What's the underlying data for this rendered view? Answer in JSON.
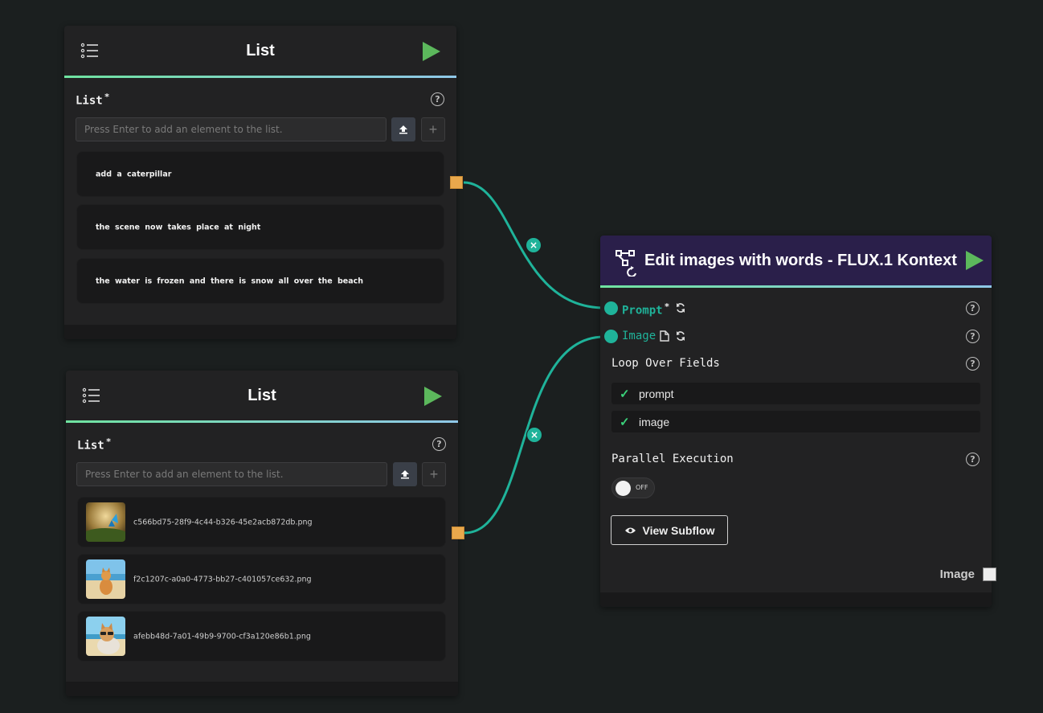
{
  "list_node_1": {
    "title": "List",
    "field_label": "List",
    "required_mark": "*",
    "input_placeholder": "Press Enter to add an element to the list.",
    "add_label": "+",
    "items": [
      "add a caterpillar",
      "the scene now takes place at night",
      "the water is frozen and there is snow all over the beach"
    ]
  },
  "list_node_2": {
    "title": "List",
    "field_label": "List",
    "required_mark": "*",
    "input_placeholder": "Press Enter to add an element to the list.",
    "add_label": "+",
    "files": [
      {
        "name": "c566bd75-28f9-4c44-b326-45e2acb872db.png",
        "thumb": "butterfly"
      },
      {
        "name": "f2c1207c-a0a0-4773-bb27-c401057ce632.png",
        "thumb": "cat-on-beach"
      },
      {
        "name": "afebb48d-7a01-49b9-9700-cf3a120e86b1.png",
        "thumb": "cat-with-sunglasses"
      }
    ]
  },
  "subflow_node": {
    "title": "Edit images with words - FLUX.1 Kontext",
    "header_color": "#2a1f4a",
    "inputs": {
      "prompt_label": "Prompt",
      "prompt_required": "*",
      "image_label": "Image"
    },
    "loop_label": "Loop Over Fields",
    "loop_fields": [
      "prompt",
      "image"
    ],
    "parallel_label": "Parallel Execution",
    "parallel_toggle": "OFF",
    "view_subflow_label": "View Subflow",
    "output_label": "Image"
  },
  "edges": {
    "remove_glyph": "×",
    "color": "#1fb39a"
  },
  "colors": {
    "canvas": "#1b1f1f",
    "node_bg": "#222223",
    "output_port": "#e9a84c",
    "input_port": "#1fb39a",
    "play": "#5cb85c"
  }
}
